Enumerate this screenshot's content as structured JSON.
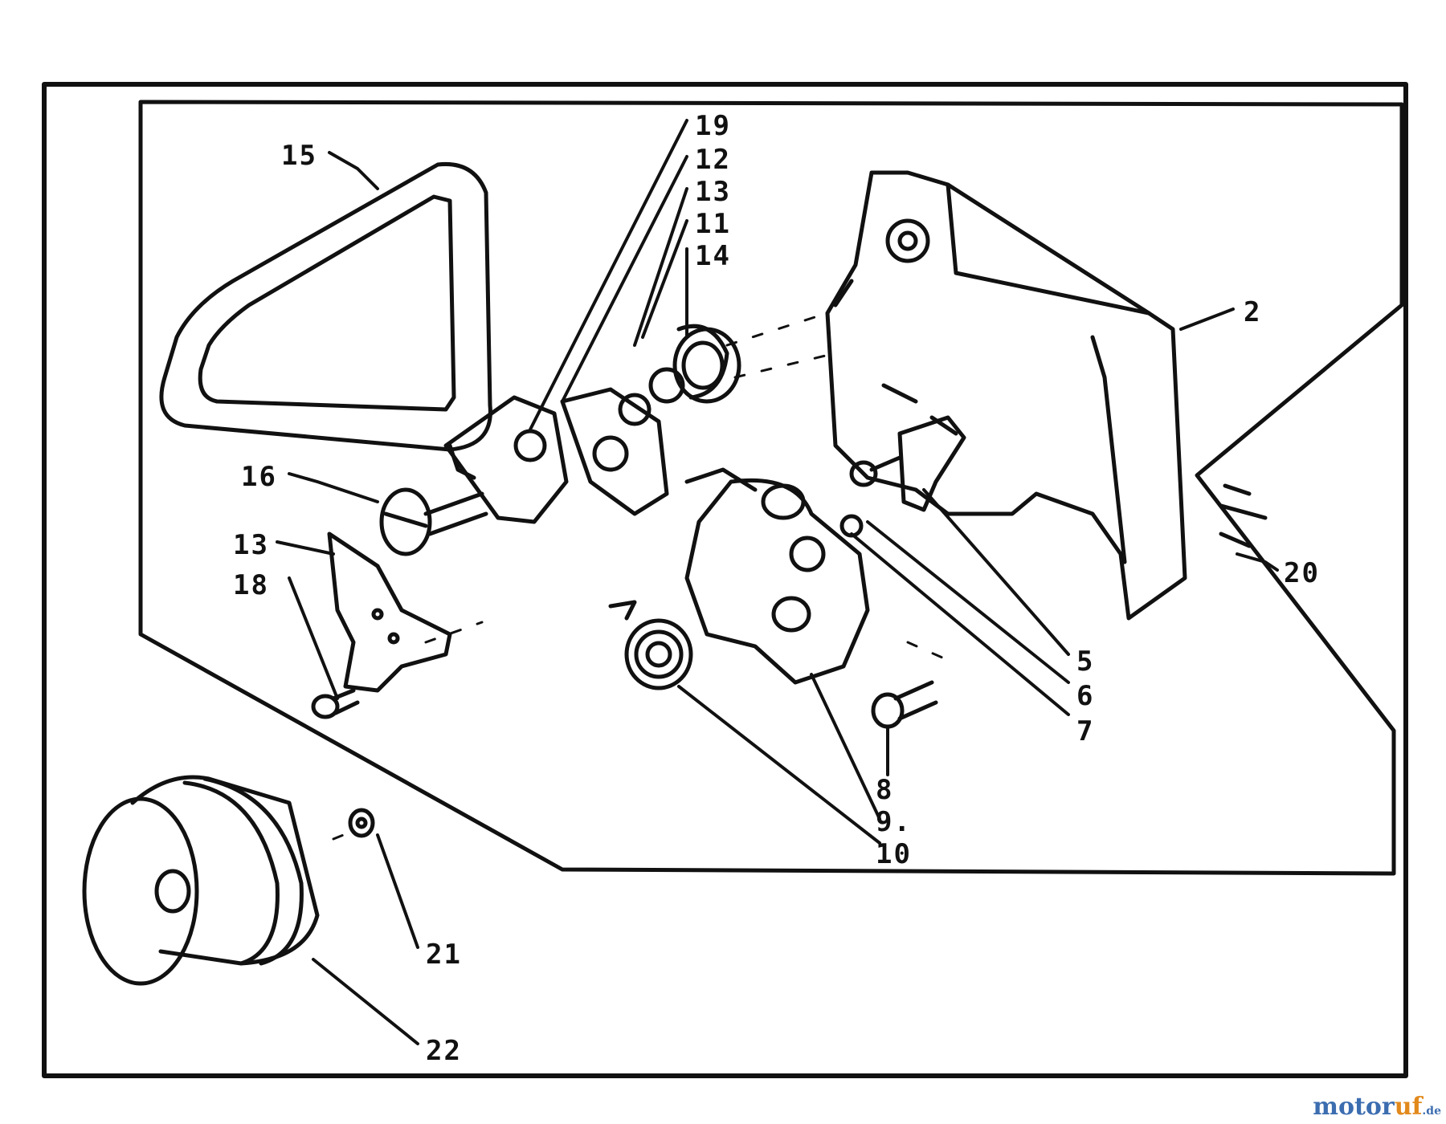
{
  "callouts": [
    {
      "id": "c15",
      "text": "15"
    },
    {
      "id": "c19",
      "text": "19"
    },
    {
      "id": "c12",
      "text": "12"
    },
    {
      "id": "c13a",
      "text": "13"
    },
    {
      "id": "c11",
      "text": "11"
    },
    {
      "id": "c14",
      "text": "14"
    },
    {
      "id": "c2",
      "text": "2"
    },
    {
      "id": "c16",
      "text": "16"
    },
    {
      "id": "c13b",
      "text": "13"
    },
    {
      "id": "c18",
      "text": "18"
    },
    {
      "id": "c20",
      "text": "20"
    },
    {
      "id": "c5",
      "text": "5"
    },
    {
      "id": "c6",
      "text": "6"
    },
    {
      "id": "c7",
      "text": "7"
    },
    {
      "id": "c8",
      "text": "8"
    },
    {
      "id": "c9",
      "text": "9."
    },
    {
      "id": "c10",
      "text": "10"
    },
    {
      "id": "c21",
      "text": "21"
    },
    {
      "id": "c22",
      "text": "22"
    }
  ],
  "watermark": {
    "part1": "motor",
    "part2": "uf",
    "suffix": ".de"
  },
  "colors": {
    "ink": "#111111",
    "background": "#ffffff",
    "watermark_blue": "#3c6db0",
    "watermark_orange": "#e2891c"
  }
}
